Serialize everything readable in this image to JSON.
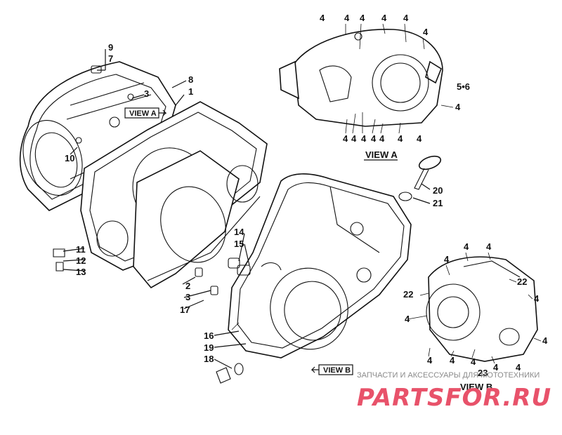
{
  "callouts": [
    {
      "id": "c9",
      "text": "9"
    },
    {
      "id": "c7",
      "text": "7"
    },
    {
      "id": "c3a",
      "text": "3"
    },
    {
      "id": "c8",
      "text": "8"
    },
    {
      "id": "c1",
      "text": "1"
    },
    {
      "id": "c10",
      "text": "10"
    },
    {
      "id": "c11",
      "text": "11"
    },
    {
      "id": "c12",
      "text": "12"
    },
    {
      "id": "c13",
      "text": "13"
    },
    {
      "id": "c2",
      "text": "2"
    },
    {
      "id": "c3b",
      "text": "3"
    },
    {
      "id": "c17",
      "text": "17"
    },
    {
      "id": "c14",
      "text": "14"
    },
    {
      "id": "c15",
      "text": "15"
    },
    {
      "id": "c16",
      "text": "16"
    },
    {
      "id": "c19",
      "text": "19"
    },
    {
      "id": "c18",
      "text": "18"
    },
    {
      "id": "c20",
      "text": "20"
    },
    {
      "id": "c21",
      "text": "21"
    },
    {
      "id": "c56",
      "text": "5•6"
    },
    {
      "id": "c22a",
      "text": "22"
    },
    {
      "id": "c22b",
      "text": "22"
    },
    {
      "id": "c23",
      "text": "23"
    }
  ],
  "fours_label": "4",
  "view_a_tag": "VIEW A",
  "view_b_tag": "VIEW B",
  "view_a_caption": "VIEW A",
  "view_b_caption": "VIEW B",
  "watermark": {
    "caption": "ЗАПЧАСТИ И АКСЕССУАРЫ ДЛЯ МОТОТЕХНИКИ",
    "logo": "PARTSFOR.RU",
    "logo_color": "#e8526a"
  }
}
